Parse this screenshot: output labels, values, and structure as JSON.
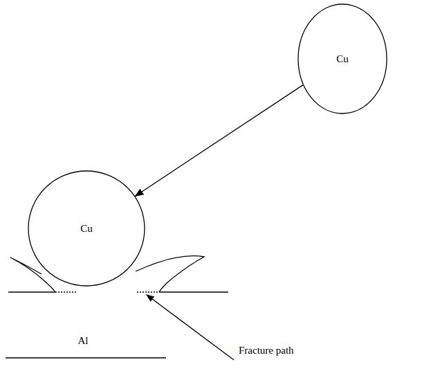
{
  "diagram": {
    "nodes": [
      {
        "text": [
          "Cu"
        ]
      },
      {
        "text": [
          "Cu"
        ]
      }
    ],
    "edges": [
      {
        "from": 0,
        "to": 1,
        "arrow": "to"
      }
    ],
    "labels": [
      "Al",
      "Fracture path"
    ]
  }
}
